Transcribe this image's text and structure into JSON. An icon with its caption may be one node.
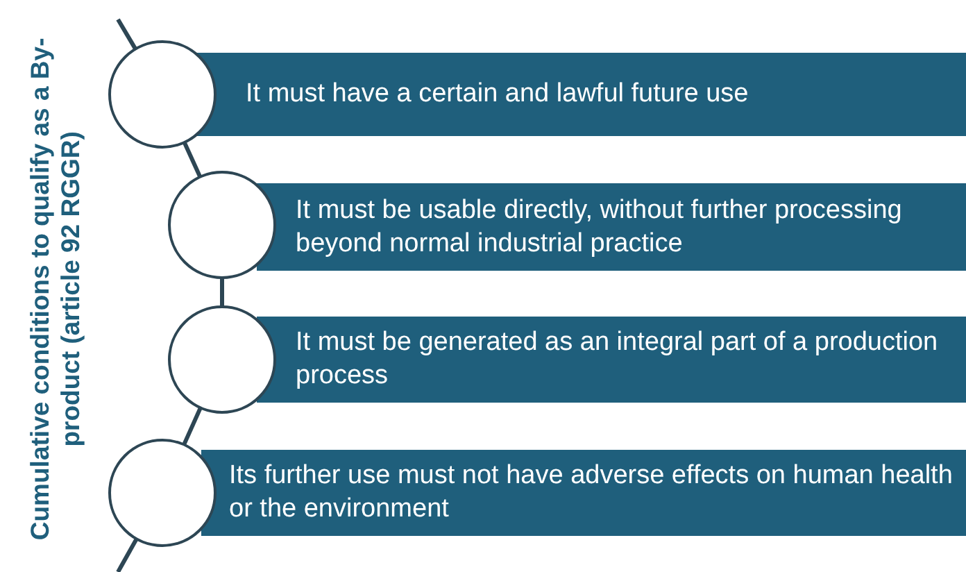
{
  "diagram": {
    "title": "Cumulative conditions to qualify as a By-product (article 92 RGGR)",
    "nodes": [
      {
        "text": [
          "It must have a certain and lawful future use"
        ]
      },
      {
        "text": [
          "It must be usable directly, without further processing beyond normal industrial practice"
        ]
      },
      {
        "text": [
          "It must be generated as an integral part of a production process"
        ]
      },
      {
        "text": [
          "Its further use must not have adverse effects on human health or the environment"
        ]
      },
      {
        "text": [],
        "shape": "circle"
      },
      {
        "text": [],
        "shape": "circle"
      },
      {
        "text": [],
        "shape": "circle"
      },
      {
        "text": [],
        "shape": "circle"
      }
    ],
    "edges": [
      {
        "from": null,
        "to": 4,
        "arrow": "none"
      },
      {
        "from": 4,
        "to": 5,
        "arrow": "none"
      },
      {
        "from": 5,
        "to": 6,
        "arrow": "none"
      },
      {
        "from": 6,
        "to": 7,
        "arrow": "none"
      },
      {
        "from": 7,
        "to": null,
        "arrow": "none"
      }
    ]
  }
}
